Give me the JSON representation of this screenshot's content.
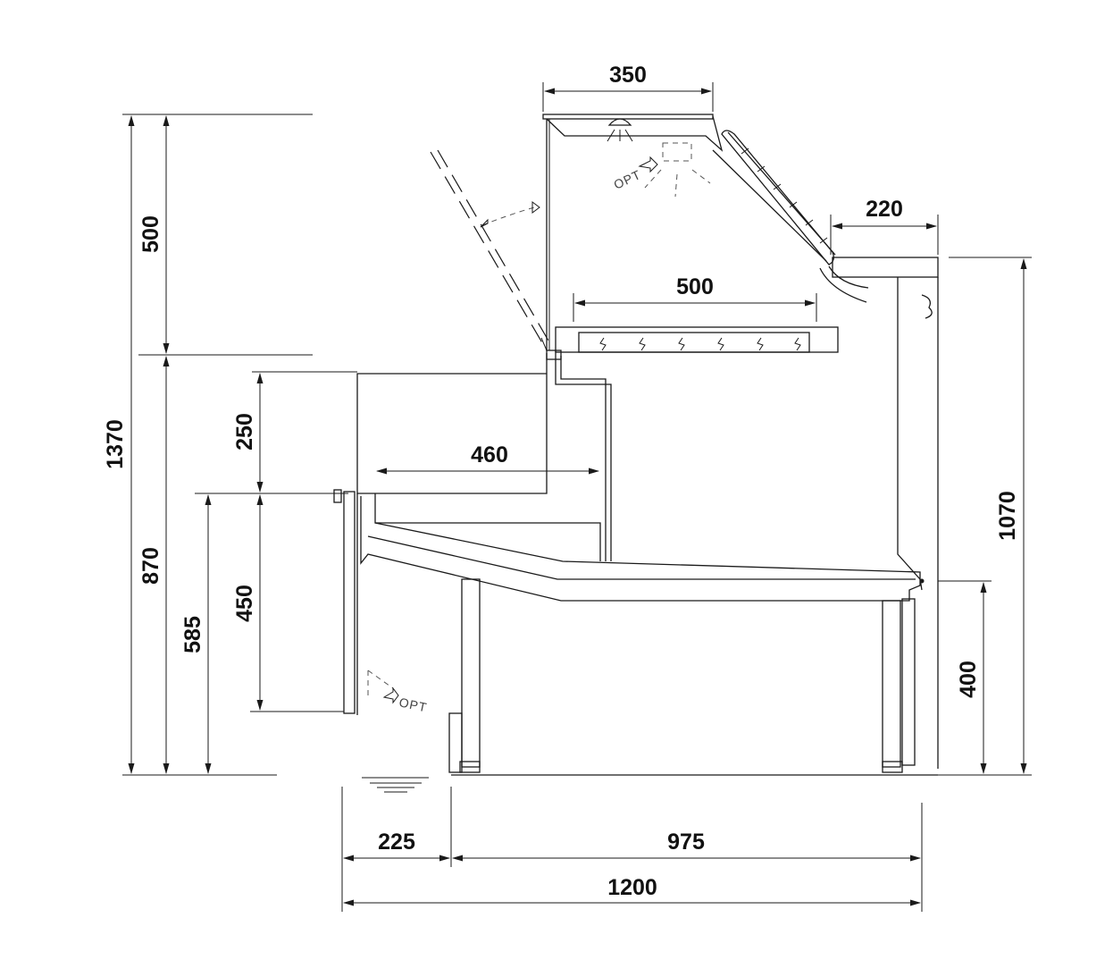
{
  "dimensions": {
    "top_width": "350",
    "top_right_width": "220",
    "shelf_width": "500",
    "inner_width": "460",
    "left_upper_height": "500",
    "left_total_height": "1370",
    "left_lower_height": "870",
    "side_height_a": "250",
    "side_height_b": "450",
    "side_height_c": "585",
    "right_total_height": "1070",
    "right_lower_height": "400",
    "bottom_left": "225",
    "bottom_right": "975",
    "bottom_total": "1200"
  },
  "option_labels": {
    "light_option": "OPT",
    "footrest_option": "OPT"
  },
  "colors": {
    "line": "#1a1a1a",
    "background": "#ffffff"
  }
}
